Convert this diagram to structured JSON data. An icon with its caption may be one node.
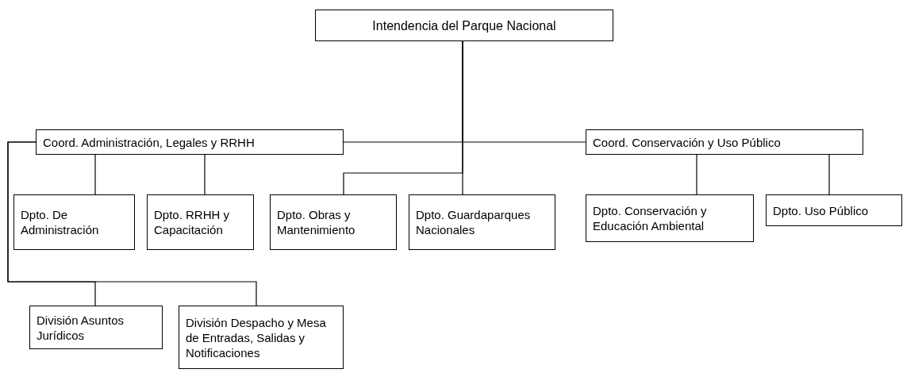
{
  "diagram": {
    "nodes": [
      {
        "text": [
          "Intendencia del Parque Nacional"
        ]
      },
      {
        "text": [
          "Coord. Administración, Legales y RRHH"
        ]
      },
      {
        "text": [
          "Coord. Conservación y Uso Público"
        ]
      },
      {
        "text": [
          "Dpto. De Administración"
        ]
      },
      {
        "text": [
          "Dpto. RRHH y Capacitación"
        ]
      },
      {
        "text": [
          "Dpto. Obras y Mantenimiento"
        ]
      },
      {
        "text": [
          "Dpto. Guardaparques Nacionales"
        ]
      },
      {
        "text": [
          "Dpto. Conservación y Educación Ambiental"
        ]
      },
      {
        "text": [
          "Dpto. Uso Público"
        ]
      },
      {
        "text": [
          "División Asuntos Jurídicos"
        ]
      },
      {
        "text": [
          "División Despacho y Mesa de Entradas, Salidas y Notificaciones"
        ]
      }
    ],
    "edges": [
      {
        "from": 0,
        "to": 1,
        "arrow": "none"
      },
      {
        "from": 0,
        "to": 2,
        "arrow": "none"
      },
      {
        "from": 0,
        "to": 5,
        "arrow": "none"
      },
      {
        "from": 0,
        "to": 6,
        "arrow": "none"
      },
      {
        "from": 1,
        "to": 3,
        "arrow": "none"
      },
      {
        "from": 1,
        "to": 4,
        "arrow": "none"
      },
      {
        "from": 1,
        "to": 9,
        "arrow": "none"
      },
      {
        "from": 1,
        "to": 10,
        "arrow": "none"
      },
      {
        "from": 2,
        "to": 7,
        "arrow": "none"
      },
      {
        "from": 2,
        "to": 8,
        "arrow": "none"
      }
    ]
  }
}
